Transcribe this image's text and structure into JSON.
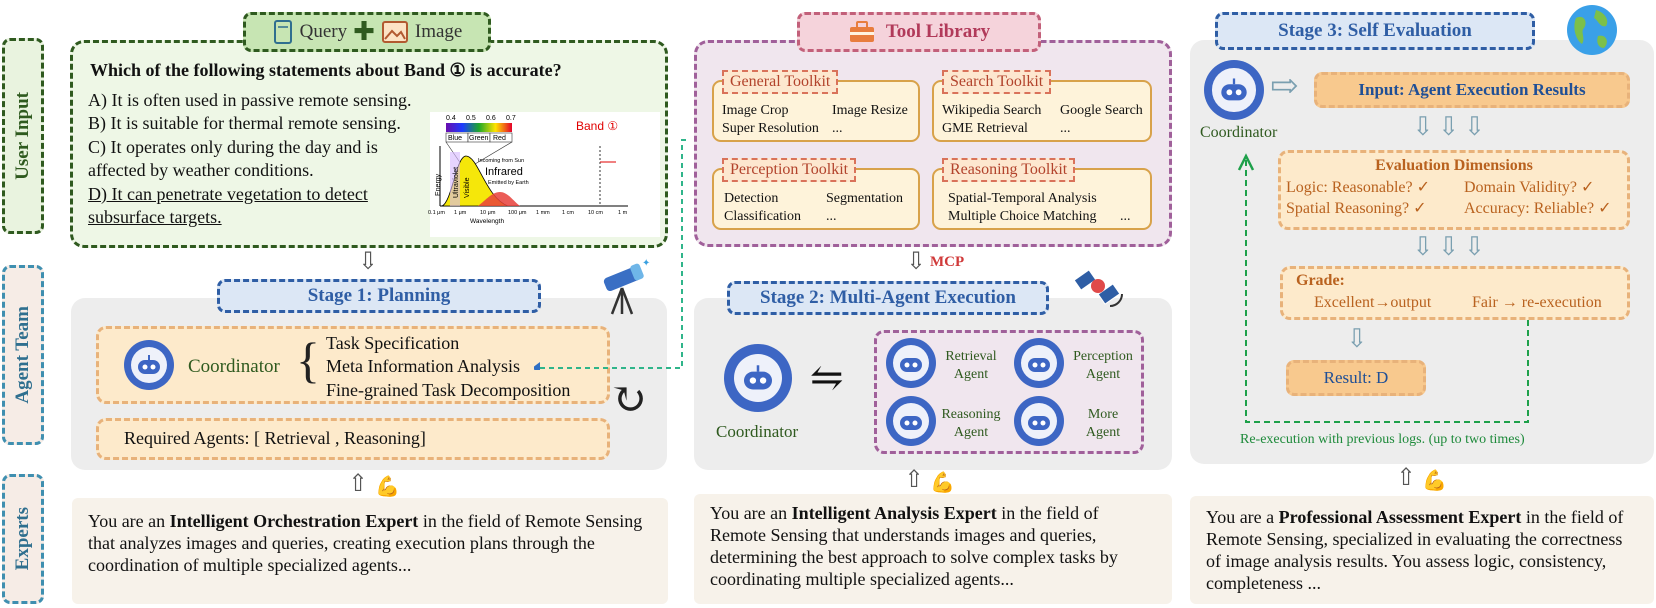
{
  "side_labels": {
    "user_input": "User Input",
    "agent_team": "Agent Team",
    "experts": "Experts"
  },
  "query": {
    "header_query": "Query",
    "header_image": "Image",
    "question": "Which of the following statements about Band ① is accurate?",
    "option_a": "A) It is often used in passive remote sensing.",
    "option_b": "B) It is suitable for thermal remote sensing.",
    "option_c1": "C) It operates only during the day and is",
    "option_c2": "affected by weather conditions.",
    "option_d1": "D) It can penetrate vegetation to detect",
    "option_d2": "subsurface targets.",
    "spectrum": {
      "scale_ticks": [
        "0.4",
        "0.5",
        "0.6",
        "0.7"
      ],
      "colors": [
        "Blue",
        "Green",
        "Red"
      ],
      "band_label": "Band ①",
      "energy": "Energy",
      "uv": "Ultraviolet",
      "visible": "Visible",
      "incoming": "Incoming from Sun",
      "infrared": "Infrared",
      "emitted": "Emitted by Earth",
      "x_ticks": [
        "0.1 μm",
        "1 μm",
        "10 μm",
        "100 μm",
        "1 mm",
        "1 cm",
        "10 cm",
        "1 m"
      ],
      "x_label": "Wavelength"
    }
  },
  "tool_library": {
    "title": "Tool Library",
    "general": {
      "title": "General Toolkit",
      "items": [
        "Image Crop",
        "Image Resize",
        "Super Resolution",
        "..."
      ]
    },
    "search": {
      "title": "Search Toolkit",
      "items": [
        "Wikipedia Search",
        "Google Search",
        "GME Retrieval",
        "..."
      ]
    },
    "perception": {
      "title": "Perception Toolkit",
      "items": [
        "Detection",
        "Segmentation",
        "Classification",
        "..."
      ]
    },
    "reasoning": {
      "title": "Reasoning Toolkit",
      "items": [
        "Spatial-Temporal Analysis",
        "Multiple Choice Matching",
        "..."
      ]
    },
    "mcp": "MCP"
  },
  "stage1": {
    "title": "Stage 1: Planning",
    "coordinator": "Coordinator",
    "tasks": [
      "Task Specification",
      "Meta Information Analysis",
      "Fine-grained Task Decomposition"
    ],
    "required": "Required Agents: [ Retrieval , Reasoning]"
  },
  "stage2": {
    "title": "Stage 2: Multi-Agent Execution",
    "coordinator": "Coordinator",
    "agents": [
      {
        "line1": "Retrieval",
        "line2": "Agent"
      },
      {
        "line1": "Perception",
        "line2": "Agent"
      },
      {
        "line1": "Reasoning",
        "line2": "Agent"
      },
      {
        "line1": "More",
        "line2": "Agent"
      }
    ]
  },
  "stage3": {
    "title": "Stage 3: Self Evaluation",
    "coordinator": "Coordinator",
    "input": "Input: Agent Execution Results",
    "eval_title": "Evaluation Dimensions",
    "eval_items": [
      "Logic: Reasonable? ✓",
      "Domain Validity? ✓",
      "Spatial Reasoning? ✓",
      "Accuracy: Reliable? ✓"
    ],
    "grade_title": "Grade:",
    "grade_excellent": "Excellent→output",
    "grade_fair": "Fair → re-execution",
    "result": "Result: D",
    "reexec": "Re-execution with previous logs.  (up to two times)"
  },
  "experts": [
    {
      "pre": "You are an ",
      "bold": "Intelligent Orchestration Expert",
      "post": " in the field of Remote Sensing that analyzes images and queries, creating execution plans through the coordination of multiple specialized agents..."
    },
    {
      "pre": "You are an ",
      "bold": "Intelligent Analysis Expert",
      "post": " in the field of Remote Sensing that understands images and queries, determining the best approach to solve complex tasks by coordinating multiple specialized agents..."
    },
    {
      "pre": "You are a ",
      "bold": "Professional Assessment Expert",
      "post": " in the field of Remote Sensing, specialized in evaluating the correctness of image analysis results. You assess logic, consistency, completeness ..."
    }
  ],
  "colors": {
    "green": "#2f5a1f",
    "blue": "#2f5ea5",
    "purple": "#a0609a",
    "orange": "#e8b27a",
    "teal": "#3aa8a0"
  }
}
